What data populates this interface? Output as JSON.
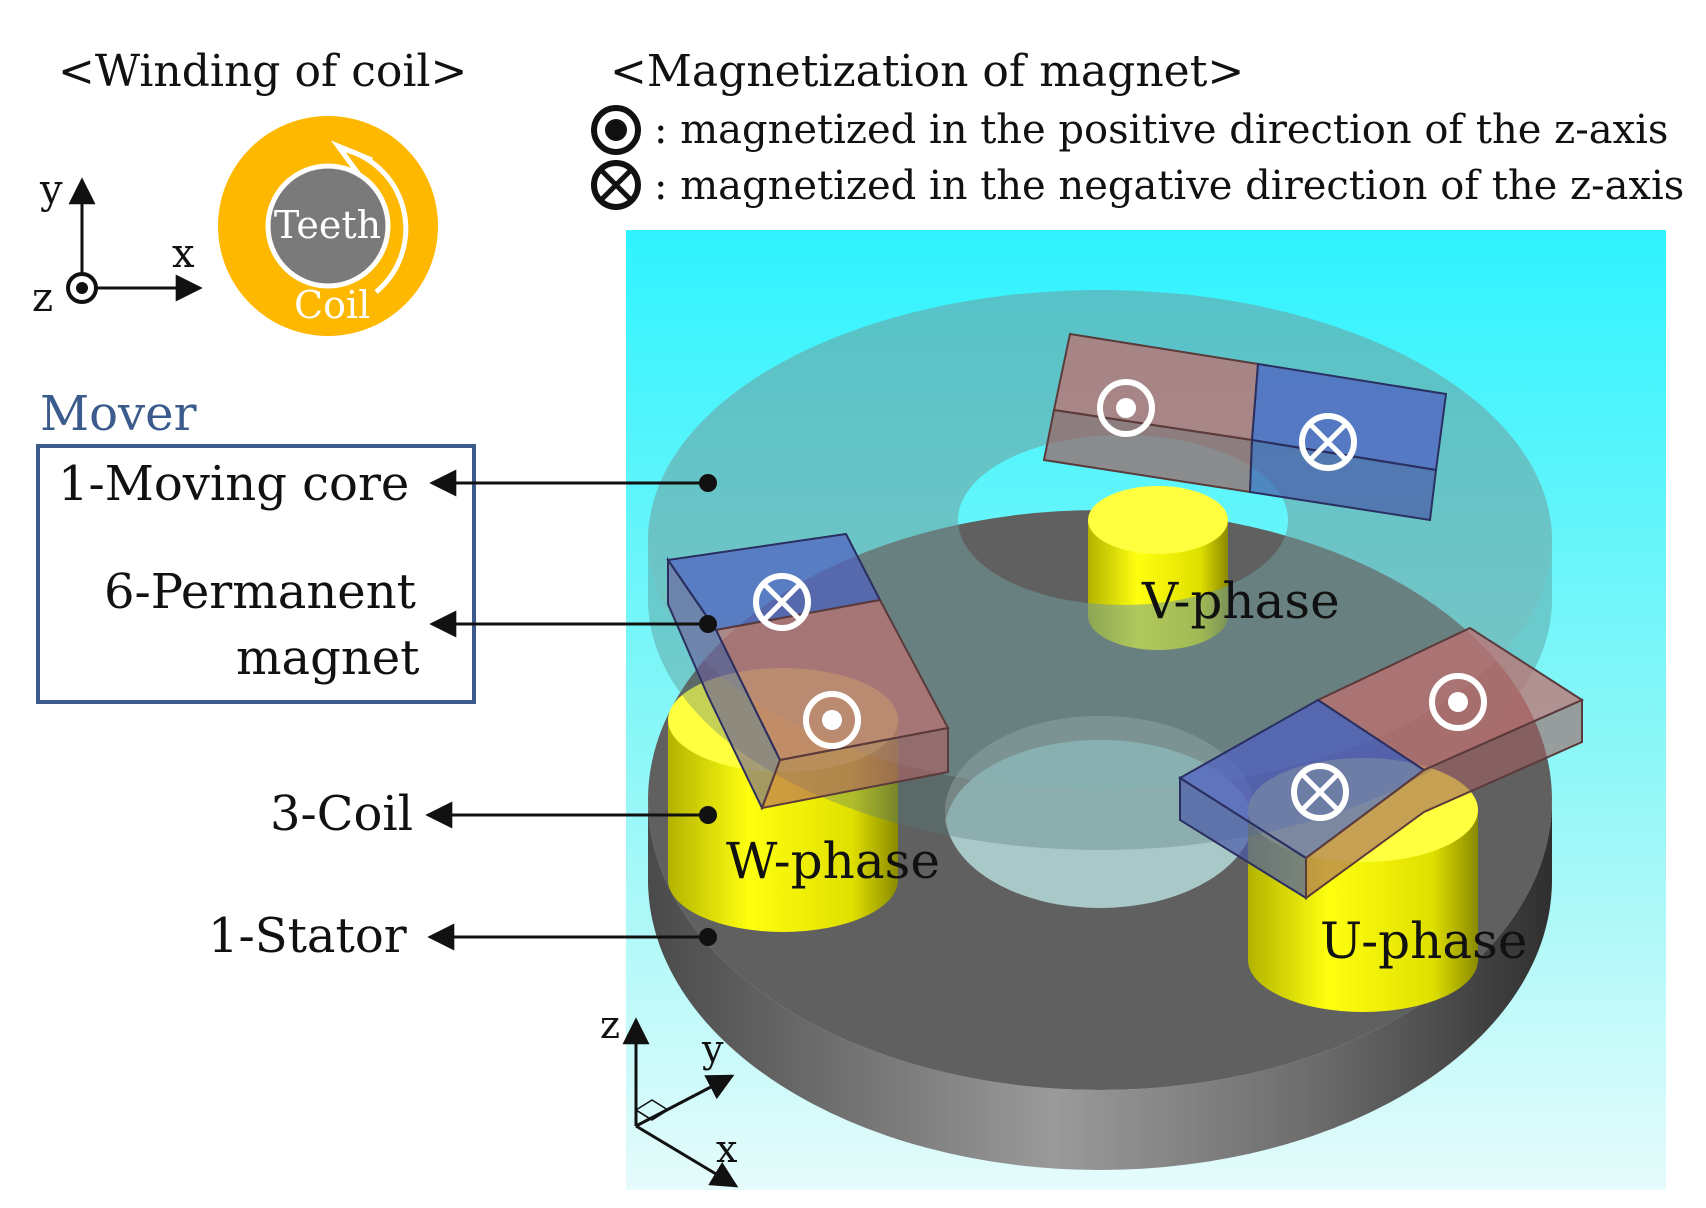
{
  "winding_title": "<Winding of coil>",
  "winding_axes": {
    "y": "y",
    "x": "x",
    "z": "z"
  },
  "winding_labels": {
    "teeth": "Teeth",
    "coil": "Coil"
  },
  "magnetization_title": "<Magnetization of magnet>",
  "legend": {
    "positive": ": magnetized in the positive direction of the z-axis",
    "negative": ": magnetized in the negative direction of the z-axis"
  },
  "mover": {
    "title": "Mover",
    "moving_core": "1-Moving  core",
    "permanent_line1": "6-Permanent",
    "permanent_line2": "magnet"
  },
  "coil_label": "3-Coil",
  "stator_label": "1-Stator",
  "phases": {
    "v": "V-phase",
    "w": "W-phase",
    "u": "U-phase"
  },
  "model_axes": {
    "z": "z",
    "y": "y",
    "x": "x"
  },
  "colors": {
    "background": "#33ffff",
    "coil_orange": "#ffb800",
    "coil_yellow": "#ffff00",
    "stator_gray": "#6b6b6b",
    "mover_box": "#3b5b8c",
    "mover_text": "#3b5b8c"
  }
}
